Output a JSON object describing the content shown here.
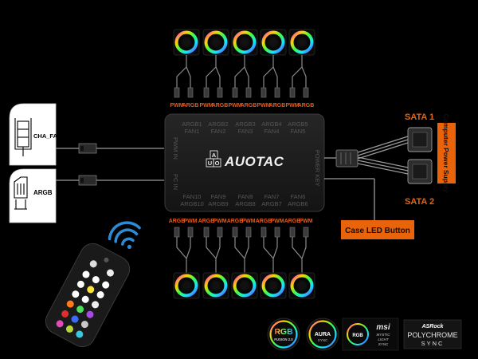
{
  "hub": {
    "brand": "AUOTAC",
    "logo_letters": [
      "A",
      "U",
      "O"
    ],
    "top_ports": [
      {
        "line1": "ARGB1",
        "line2": "FAN1"
      },
      {
        "line1": "ARGB2",
        "line2": "FAN2"
      },
      {
        "line1": "ARGB3",
        "line2": "FAN3"
      },
      {
        "line1": "ARGB4",
        "line2": "FAN4"
      },
      {
        "line1": "ARGB5",
        "line2": "FAN5"
      }
    ],
    "bottom_ports": [
      {
        "line1": "FAN10",
        "line2": "ARGB10"
      },
      {
        "line1": "FAN9",
        "line2": "ARGB9"
      },
      {
        "line1": "FAN8",
        "line2": "ARGB8"
      },
      {
        "line1": "FAN7",
        "line2": "ARGB7"
      },
      {
        "line1": "FAN6",
        "line2": "ARGB6"
      }
    ],
    "left_ports": [
      "PWM IN",
      "PC IN"
    ],
    "right_ports": [
      "POWER",
      "KEY"
    ]
  },
  "top_connector_labels": [
    "PWM",
    "ARGB",
    "PWM",
    "ARGB",
    "PWM",
    "ARGB",
    "PWM",
    "ARGB",
    "PWM",
    "ARGB"
  ],
  "bottom_connector_labels": [
    "ARGB",
    "PWM",
    "ARGB",
    "PWM",
    "ARGB",
    "PWM",
    "ARGB",
    "PWM",
    "ARGB",
    "PWM"
  ],
  "motherboard": {
    "cha_fan_label": "CHA_FAN",
    "argb_label": "ARGB"
  },
  "power": {
    "sata1": "SATA 1",
    "sata2": "SATA 2",
    "psu_label": "Computer Power Supply",
    "case_led_button": "Case LED Button"
  },
  "sync_logos": {
    "rgb_fusion": {
      "line1": "RGB",
      "line2": "FUSION 2.0"
    },
    "aura": {
      "line1": "AURA",
      "line2": "SYNC"
    },
    "msi": {
      "brand": "msi",
      "line1": "MYSTIC",
      "line2": "LIGHT",
      "line3": "SYNC"
    },
    "asrock": {
      "brand": "ASRock",
      "line1": "POLYCHROME",
      "line2": "SYNC"
    }
  },
  "colors": {
    "accent": "#e8630a",
    "label_text": "#e85a1a",
    "hub_body": "#1d1d1d",
    "background": "#000000"
  }
}
